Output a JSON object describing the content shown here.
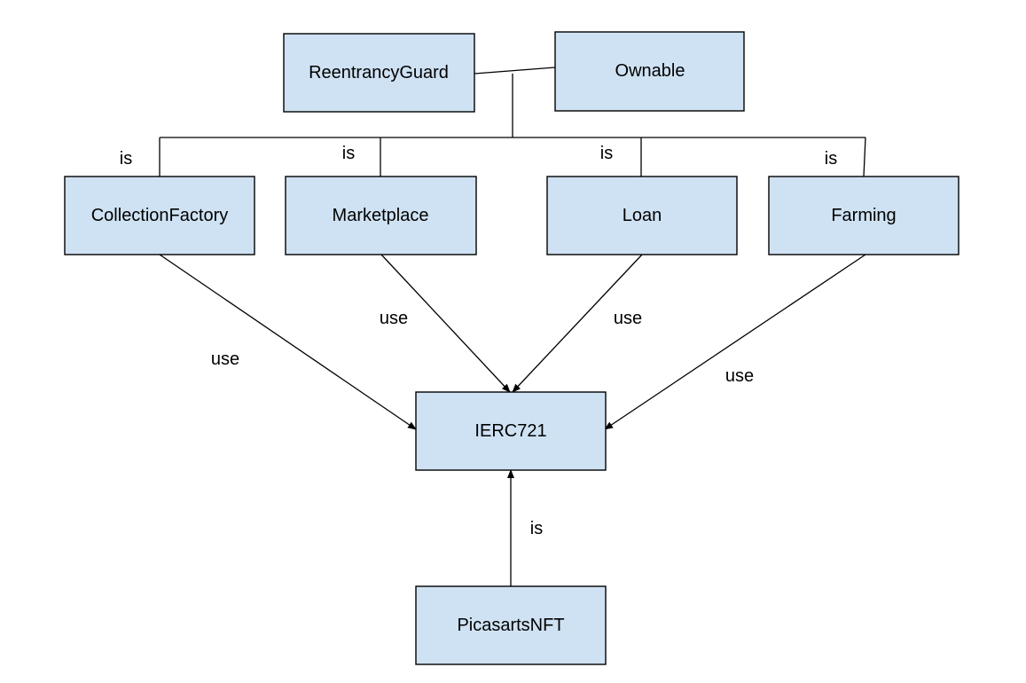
{
  "nodes": {
    "reentrancy_guard": "ReentrancyGuard",
    "ownable": "Ownable",
    "collection_factory": "CollectionFactory",
    "marketplace": "Marketplace",
    "loan": "Loan",
    "farming": "Farming",
    "ierc721": "IERC721",
    "picasarts_nft": "PicasartsNFT"
  },
  "edge_labels": {
    "is_collection_factory": "is",
    "is_marketplace": "is",
    "is_loan": "is",
    "is_farming": "is",
    "use_collection_factory": "use",
    "use_marketplace": "use",
    "use_loan": "use",
    "use_farming": "use",
    "is_picasarts_nft": "is"
  },
  "colors": {
    "node_fill": "#cfe2f3",
    "stroke": "#000000"
  }
}
